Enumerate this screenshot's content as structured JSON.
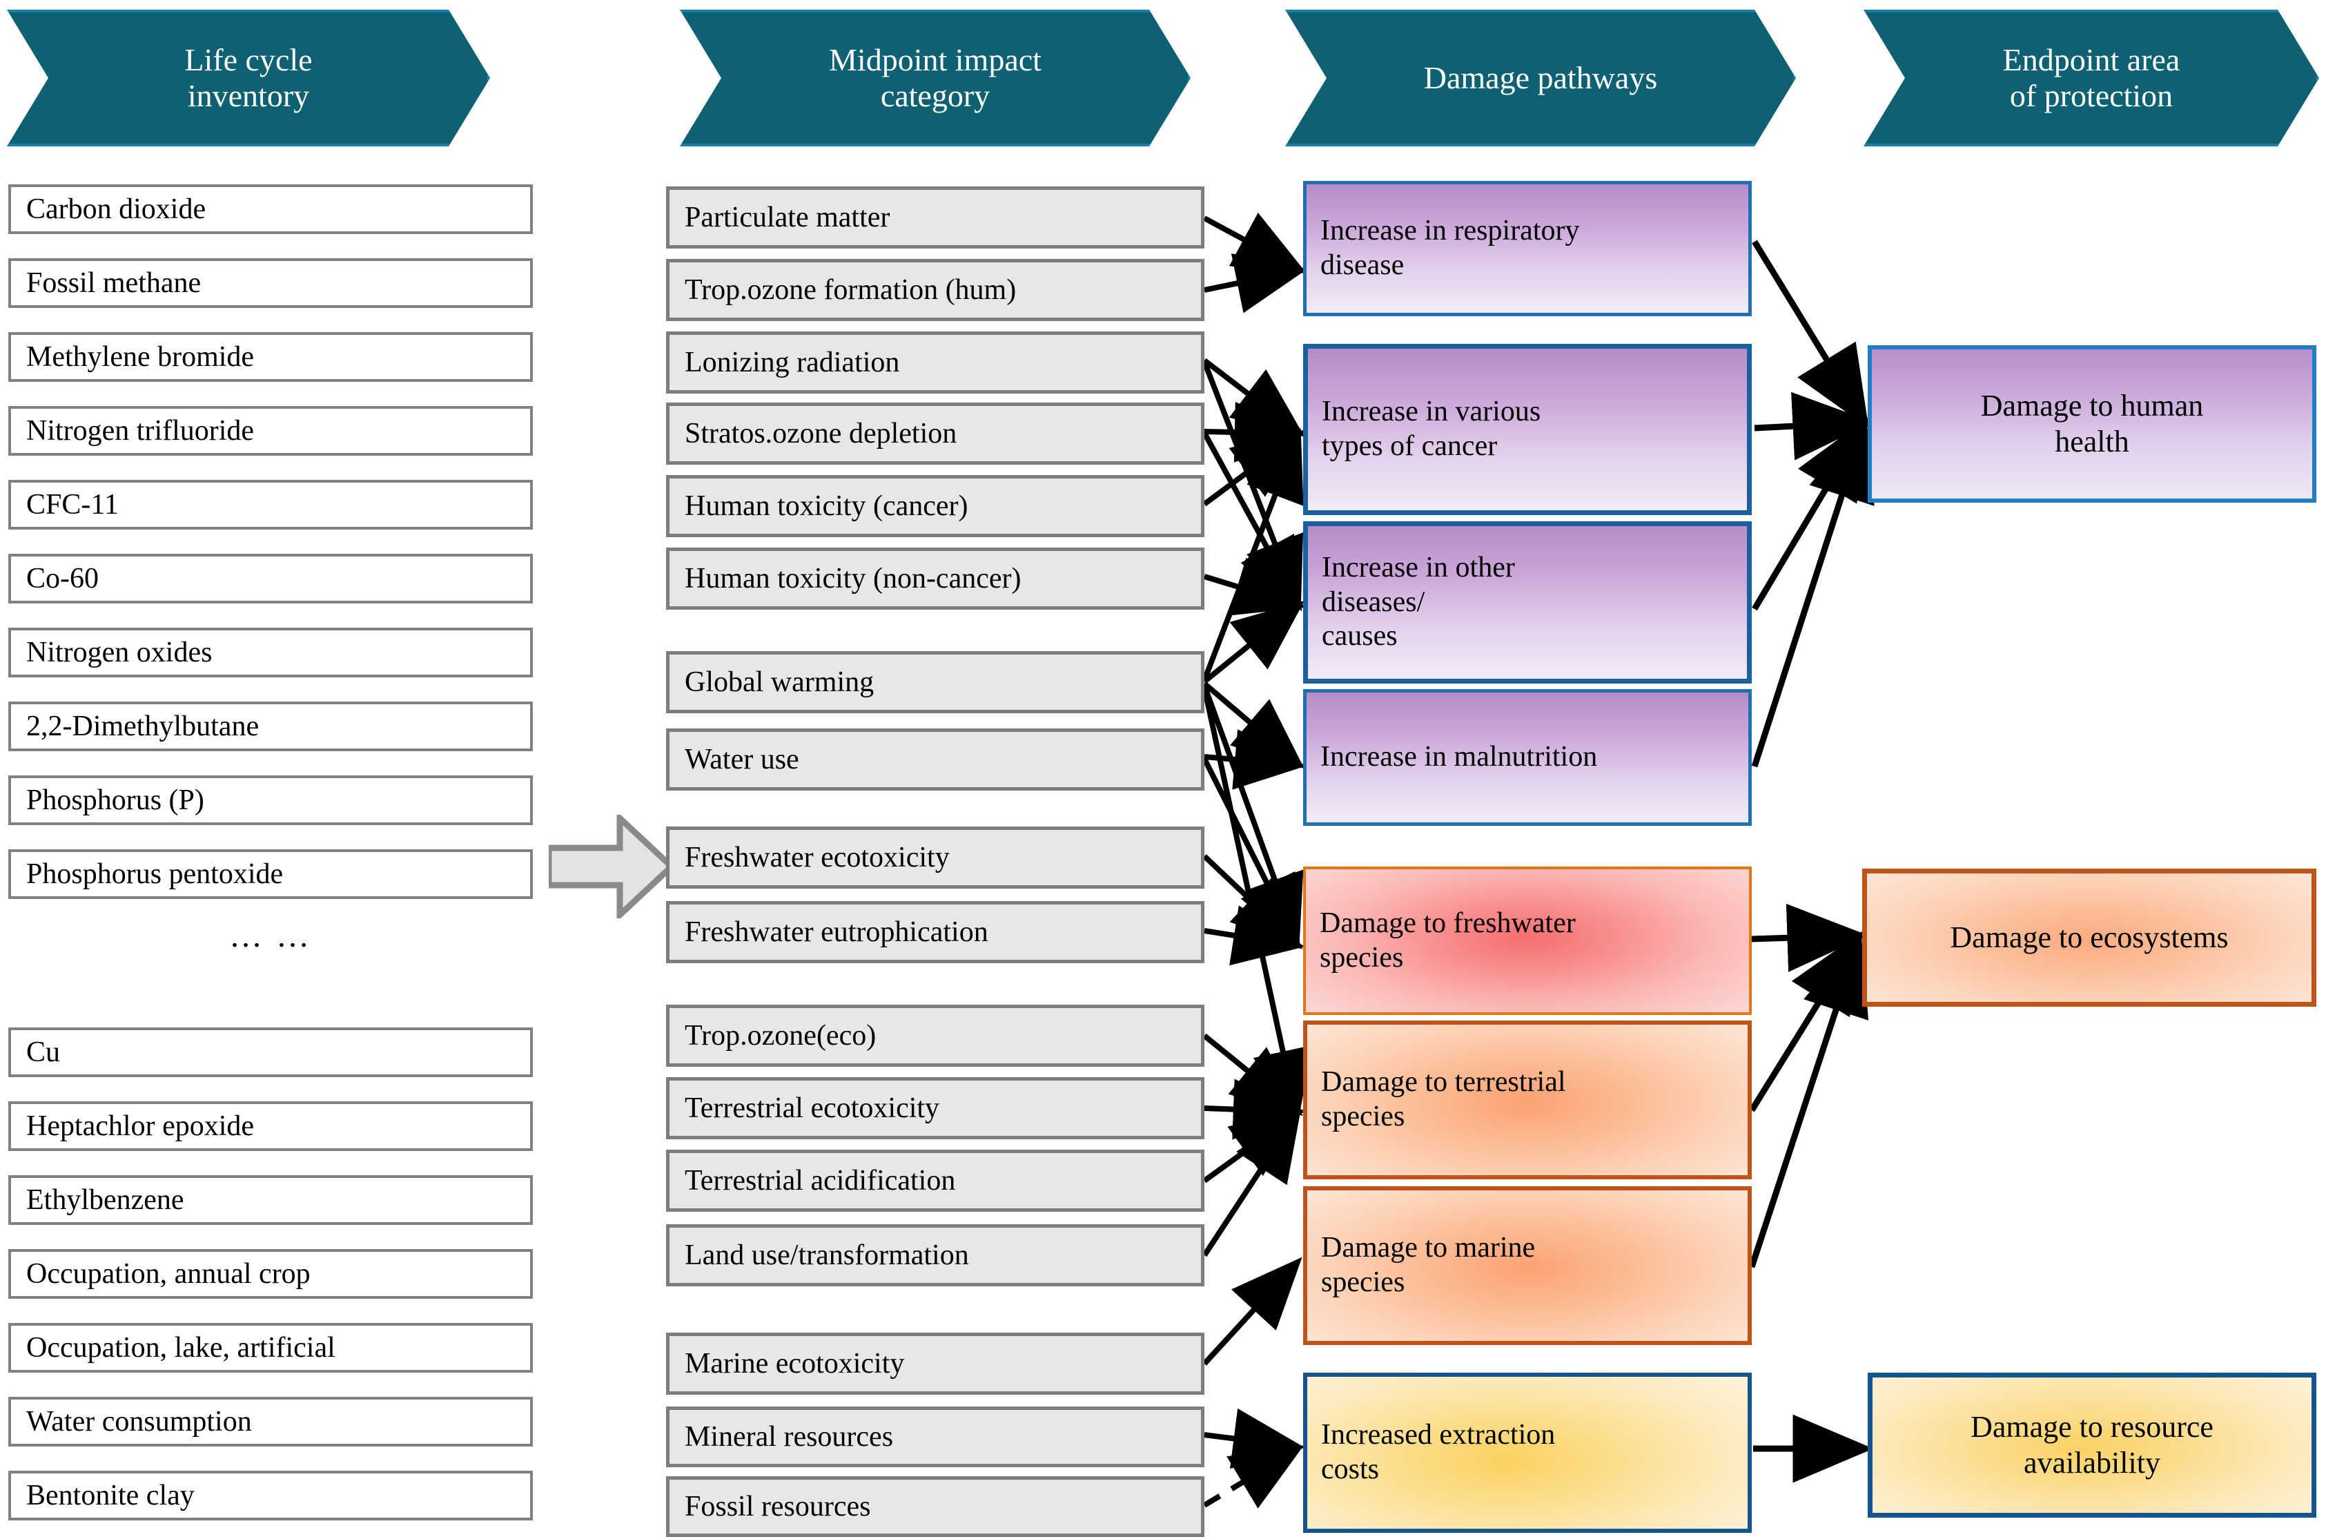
{
  "headers": [
    {
      "label": "Life cycle\ninventory",
      "name": "header-life-cycle-inventory"
    },
    {
      "label": "Midpoint impact\ncategory",
      "name": "header-midpoint-impact-category"
    },
    {
      "label": "Damage pathways",
      "name": "header-damage-pathways"
    },
    {
      "label": "Endpoint area\nof protection",
      "name": "header-endpoint-area-of-protection"
    }
  ],
  "life_cycle_inventory": {
    "title": "Life cycle inventory",
    "group_upper": [
      "Carbon dioxide",
      "Fossil methane",
      "Methylene bromide",
      "Nitrogen trifluoride",
      "CFC-11",
      "Co-60",
      "Nitrogen oxides",
      "2,2-Dimethylbutane",
      "Phosphorus (P)",
      "Phosphorus pentoxide"
    ],
    "ellipsis": "… …",
    "group_lower": [
      "Cu",
      "Heptachlor epoxide",
      "Ethylbenzene",
      "Occupation, annual crop",
      "Occupation, lake, artificial",
      "Water consumption",
      "Bentonite clay"
    ]
  },
  "midpoint_impact_category": {
    "title": "Midpoint impact category",
    "groups": [
      [
        "Particulate matter",
        "Trop.ozone formation (hum)"
      ],
      [
        "Lonizing radiation",
        "Stratos.ozone depletion",
        "Human toxicity (cancer)",
        "Human toxicity (non-cancer)"
      ],
      [
        "Global warming",
        "Water use"
      ],
      [
        "Freshwater ecotoxicity",
        "Freshwater eutrophication"
      ],
      [
        "Trop.ozone(eco)",
        "Terrestrial ecotoxicity",
        "Terrestrial acidification",
        "Land use/transformation"
      ],
      [
        "Marine ecotoxicity",
        "Mineral resources",
        "Fossil resources"
      ]
    ]
  },
  "damage_pathways": {
    "title": "Damage pathways",
    "items": [
      {
        "label": "Increase in respiratory\ndisease",
        "group": "human-health"
      },
      {
        "label": "Increase in various\ntypes of cancer",
        "group": "human-health"
      },
      {
        "label": "Increase in other\ndiseases/\ncauses",
        "group": "human-health"
      },
      {
        "label": "Increase in malnutrition",
        "group": "human-health"
      },
      {
        "label": "Damage to freshwater\nspecies",
        "group": "ecosystems"
      },
      {
        "label": "Damage to terrestrial\nspecies",
        "group": "ecosystems"
      },
      {
        "label": "Damage to marine\nspecies",
        "group": "ecosystems"
      },
      {
        "label": "Increased extraction\ncosts",
        "group": "resources"
      }
    ]
  },
  "endpoint_area_of_protection": {
    "title": "Endpoint area of protection",
    "items": [
      {
        "label": "Damage to human\nhealth",
        "group": "human-health"
      },
      {
        "label": "Damage to ecosystems",
        "group": "ecosystems"
      },
      {
        "label": "Damage to resource\navailability",
        "group": "resources"
      }
    ]
  },
  "flow_arrow": {
    "name": "lci-to-midpoint-arrow"
  },
  "colors": {
    "header_fill": "#0d6172",
    "header_border": "#1a7fa8",
    "midpoint_fill": "#e7e7e7",
    "midpoint_border": "#7d7d7d",
    "human_health_border": "#1f7ec4",
    "ecosystem_border": "#c0531a",
    "resource_border": "#14558f",
    "connector": "#000000"
  }
}
